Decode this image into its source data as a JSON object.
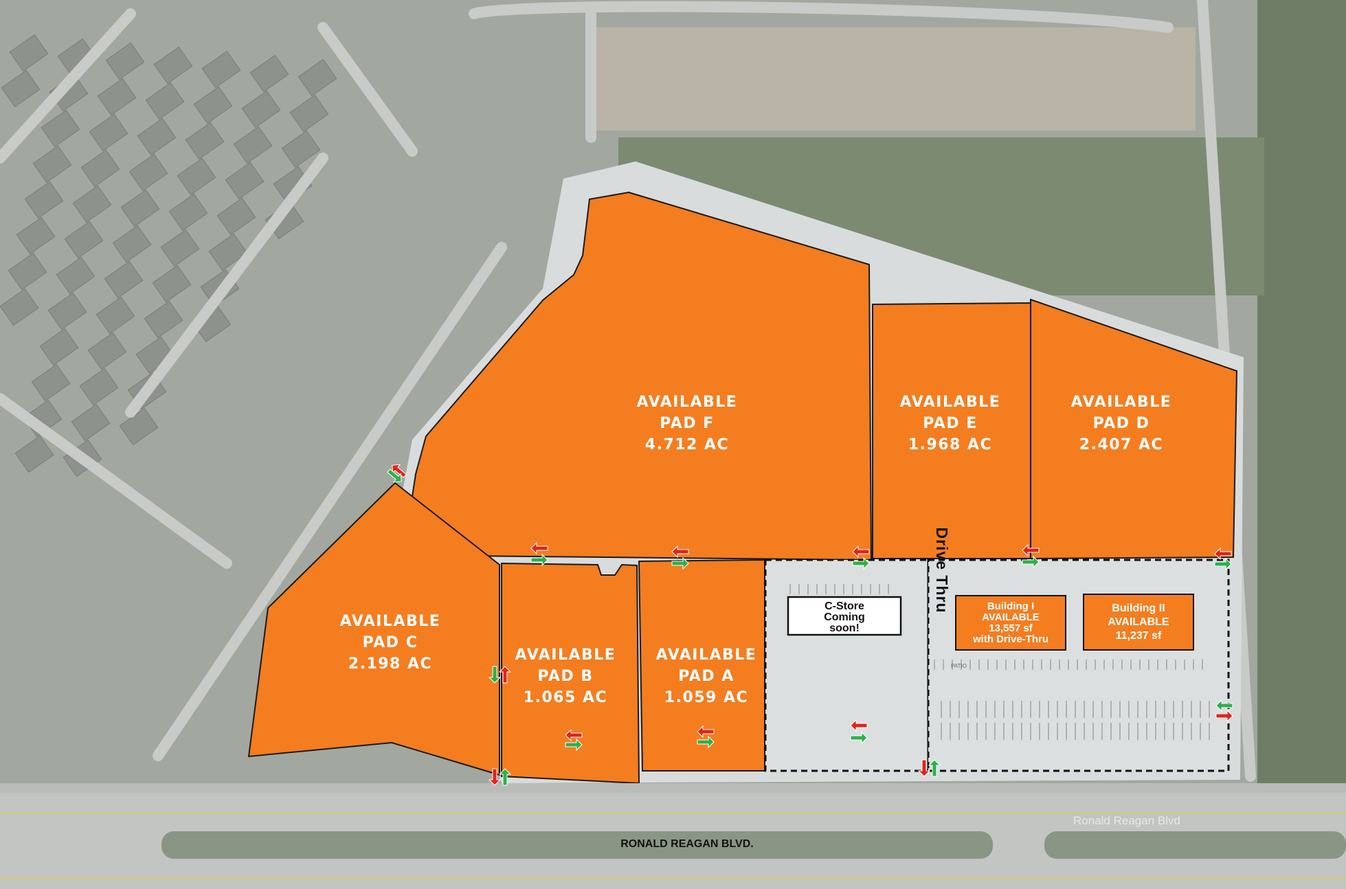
{
  "colors": {
    "pad": "#f47d20",
    "outline": "#1a1a1a",
    "arrow_in": "#2db04b",
    "arrow_out": "#e2231a",
    "pavement": "#d9dcdc",
    "aerial_green": "#7f8c74"
  },
  "pads": [
    {
      "line1": "AVAILABLE",
      "line2": "PAD F",
      "area": "4.712 AC"
    },
    {
      "line1": "AVAILABLE",
      "line2": "PAD E",
      "area": "1.968 AC"
    },
    {
      "line1": "AVAILABLE",
      "line2": "PAD D",
      "area": "2.407 AC"
    },
    {
      "line1": "AVAILABLE",
      "line2": "PAD C",
      "area": "2.198 AC"
    },
    {
      "line1": "AVAILABLE",
      "line2": "PAD B",
      "area": "1.065 AC"
    },
    {
      "line1": "AVAILABLE",
      "line2": "PAD A",
      "area": "1.059 AC"
    }
  ],
  "cstore": {
    "line1": "C-Store",
    "line2": "Coming",
    "line3": "soon!"
  },
  "drive_thru_label": "Drive Thru",
  "building_1": {
    "line1": "Building I",
    "line2": "AVAILABLE",
    "line3": "13,557 sf",
    "line4": "with Drive-Thru"
  },
  "building_2": {
    "line1": "Building II",
    "line2": "AVAILABLE",
    "line3": "11,237 sf"
  },
  "street_label": "RONALD REAGAN BLVD.",
  "map_street_label": "Ronald Reagan Blvd",
  "small_labels": {
    "patio": "PATIO"
  }
}
